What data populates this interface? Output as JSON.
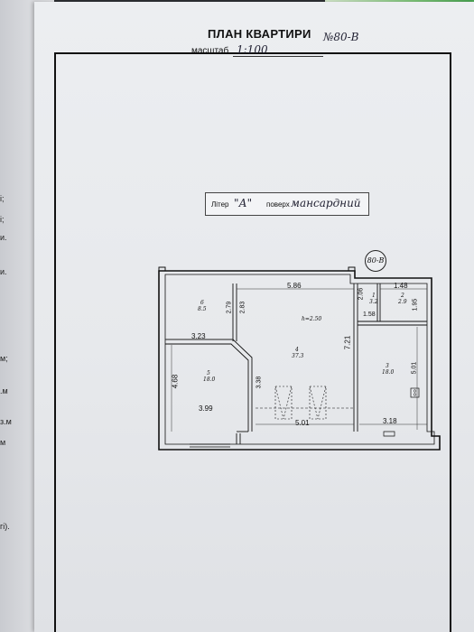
{
  "header": {
    "title": "ПЛАН КВАРТИРИ",
    "number": "№80-В",
    "scale_label": "масштаб",
    "scale_value": "1:100"
  },
  "stamp": {
    "liter_label": "Літер",
    "liter_value": "\"А\"",
    "floor_label": "поверх",
    "floor_value": "мансардний"
  },
  "plan": {
    "apartment_marker": "80-В",
    "ceiling_height": "h=2.50",
    "dimensions": {
      "top_length": "5.86",
      "top_right": "1.48",
      "left_top_width": "3.23",
      "left_height": "4.68",
      "room5_width": "3.99",
      "v279": "2.79",
      "v283": "2.83",
      "v338": "3.38",
      "bottom_length": "5.01",
      "v206": "2.06",
      "h158": "1.58",
      "v721": "7.21",
      "v195": "1.95",
      "v501": "5.01",
      "bottom_right": "3.18"
    },
    "rooms": [
      {
        "id": "6",
        "area": "8.5"
      },
      {
        "id": "4",
        "area": "37.3"
      },
      {
        "id": "5",
        "area": "18.0"
      },
      {
        "id": "1",
        "area": "3.2"
      },
      {
        "id": "2",
        "area": "2.9"
      },
      {
        "id": "3",
        "area": "18.0"
      }
    ]
  },
  "left_page_fragments": [
    "і;",
    "і;",
    "и.",
    "и.",
    "м;",
    ".м",
    "з.м",
    "м",
    "гі)."
  ]
}
